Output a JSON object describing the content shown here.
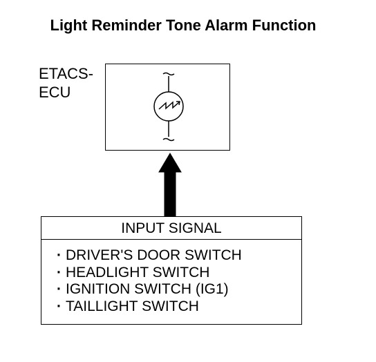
{
  "title": "Light Reminder Tone Alarm Function",
  "ecu": {
    "label_line1": "ETACS-",
    "label_line2": "ECU",
    "component_icon": "buzzer-icon"
  },
  "input_signal": {
    "header": "INPUT SIGNAL",
    "items": [
      "DRIVER'S DOOR SWITCH",
      "HEADLIGHT SWITCH",
      "IGNITION SWITCH (IG1)",
      "TAILLIGHT SWITCH"
    ]
  },
  "colors": {
    "line": "#000000",
    "background": "#ffffff"
  }
}
